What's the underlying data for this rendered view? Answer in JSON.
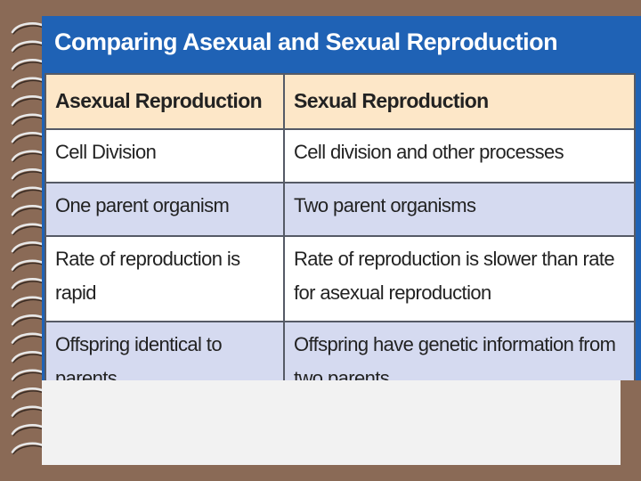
{
  "table": {
    "title": "Comparing Asexual and Sexual Reproduction",
    "headers": [
      "Asexual Reproduction",
      "Sexual Reproduction"
    ],
    "rows": [
      [
        "Cell Division",
        "Cell division and other processes"
      ],
      [
        "One parent organism",
        "Two parent organisms"
      ],
      [
        "Rate of reproduction is rapid",
        "Rate of reproduction is slower than rate for asexual reproduction"
      ],
      [
        "Offspring identical to parents",
        "Offspring have genetic information from two parents"
      ]
    ]
  },
  "colors": {
    "background": "#8a6a56",
    "title_bar": "#1f62b5",
    "header_row": "#fde7c8",
    "row_alt": "#d5daf0",
    "caption_panel": "#f2f2f2"
  },
  "icons": [
    "spiral-binding-ring-icon"
  ]
}
